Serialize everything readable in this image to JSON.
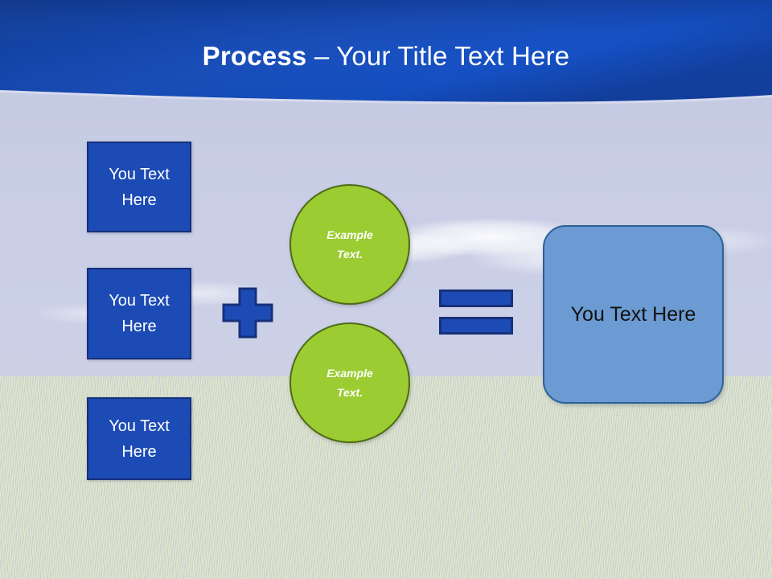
{
  "slide": {
    "title": {
      "bold_part": "Process",
      "rest_part": " – Your Title Text Here",
      "full": "Process – Your Title Text Here"
    },
    "colors": {
      "header_blue_dark": "#123a8f",
      "header_blue_light": "#1a56c4",
      "box_blue": "#1C4BB5",
      "box_blue_border": "#17307a",
      "circle_green": "#9BCC32",
      "circle_green_border": "#4E6B18",
      "result_blue": "#6B9BD2",
      "result_blue_border": "#2E6096",
      "sky_lavender": "#C9CEE6",
      "grass_pale": "#D7DDD6",
      "title_text": "#FFFFFF",
      "result_text": "#111111"
    }
  },
  "inputs": [
    {
      "line1": "You Text",
      "line2": "Here",
      "text": "You Text Here"
    },
    {
      "line1": "You Text",
      "line2": "Here",
      "text": "You Text Here"
    },
    {
      "line1": "You Text",
      "line2": "Here",
      "text": "You Text Here"
    }
  ],
  "operators": {
    "plus": "+",
    "equals": "="
  },
  "circles": [
    {
      "line1": "Example",
      "line2": "Text.",
      "text": "Example Text."
    },
    {
      "line1": "Example",
      "line2": "Text.",
      "text": "Example Text."
    }
  ],
  "result": {
    "text": "You Text Here"
  }
}
